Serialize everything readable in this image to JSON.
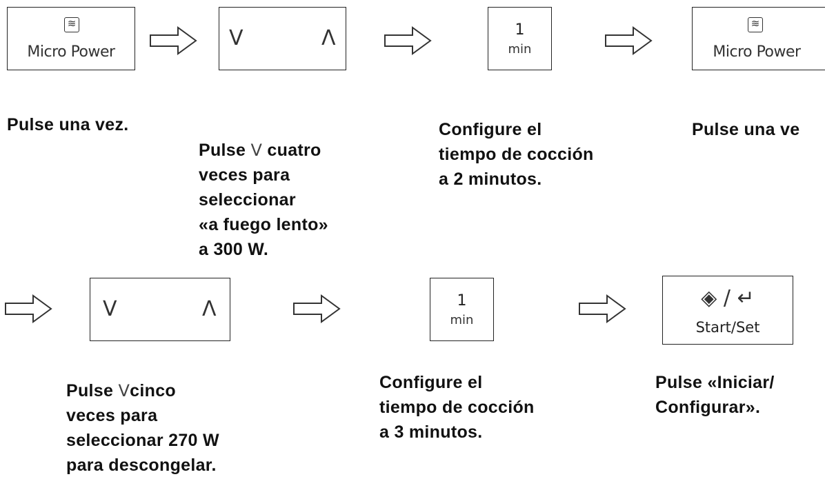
{
  "keys": {
    "micro_power_label": "Micro Power",
    "micro_power_symbol": "≋",
    "down_symbol": "V",
    "up_symbol": "Λ",
    "one_min_number": "1",
    "one_min_unit": "min",
    "start_symbols": "◈ / ↵",
    "start_label": "Start/Set"
  },
  "captions": {
    "step1": "Pulse una vez.",
    "step2": {
      "line1_pre": "Pulse",
      "line1_post": "cuatro",
      "line2": "veces para",
      "line3": "seleccionar",
      "line4": "«a fuego lento»",
      "line5": "a 300 W."
    },
    "step3": {
      "line1": "Configure el",
      "line2": "tiempo de cocción",
      "line3": "a 2 minutos."
    },
    "step4": "Pulse una ve",
    "step5": {
      "line1_pre": "Pulse",
      "line1_post": "cinco",
      "line2": "veces para",
      "line3": "seleccionar 270 W",
      "line4": "para descongelar."
    },
    "step6": {
      "line1": "Configure el",
      "line2": "tiempo de cocción",
      "line3": "a 3 minutos."
    },
    "step7": {
      "line1": "Pulse «Iniciar/",
      "line2": "Configurar»."
    }
  },
  "icons": [
    "microwave-wave-icon",
    "chevron-down-icon",
    "chevron-up-icon",
    "start-diamond-icon",
    "enter-return-icon",
    "right-arrow-icon"
  ],
  "colors": {
    "line": "#222222",
    "text": "#111111"
  }
}
